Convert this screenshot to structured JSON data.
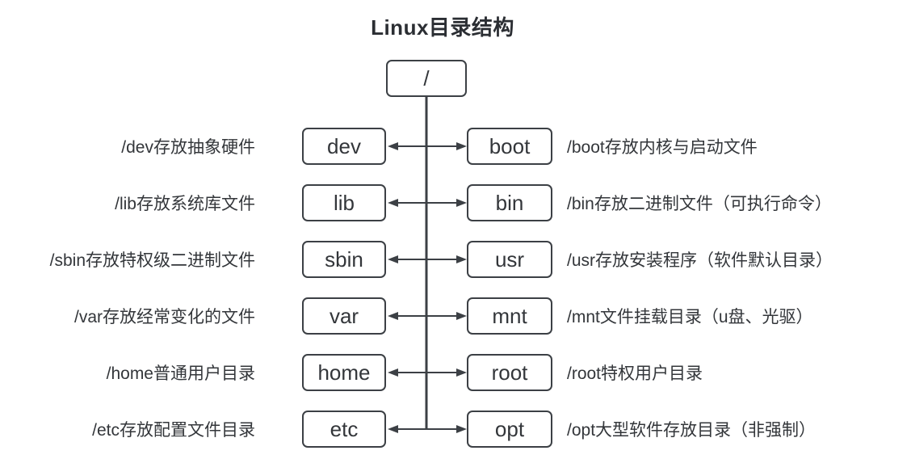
{
  "title": "Linux目录结构",
  "root": {
    "label": "/"
  },
  "colors": {
    "stroke": "#3c4045",
    "text": "#33363a",
    "background": "#ffffff"
  },
  "rows": [
    {
      "left_label": "/dev存放抽象硬件",
      "left_box": "dev",
      "right_box": "boot",
      "right_label": "/boot存放内核与启动文件"
    },
    {
      "left_label": "/lib存放系统库文件",
      "left_box": "lib",
      "right_box": "bin",
      "right_label": "/bin存放二进制文件（可执行命令）"
    },
    {
      "left_label": "/sbin存放特权级二进制文件",
      "left_box": "sbin",
      "right_box": "usr",
      "right_label": "/usr存放安装程序（软件默认目录）"
    },
    {
      "left_label": "/var存放经常变化的文件",
      "left_box": "var",
      "right_box": "mnt",
      "right_label": "/mnt文件挂载目录（u盘、光驱）"
    },
    {
      "left_label": "/home普通用户目录",
      "left_box": "home",
      "right_box": "root",
      "right_label": "/root特权用户目录"
    },
    {
      "left_label": "/etc存放配置文件目录",
      "left_box": "etc",
      "right_box": "opt",
      "right_label": "/opt大型软件存放目录（非强制）"
    }
  ]
}
